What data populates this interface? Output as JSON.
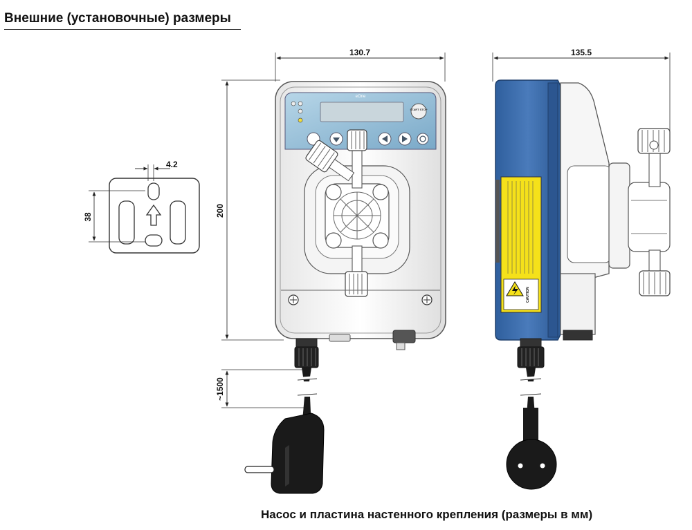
{
  "heading": "Внешние (установочные) размеры",
  "caption": "Насос и пластина настенного крепления (размеры в мм)",
  "dimensions": {
    "front_width": "130.7",
    "side_width": "135.5",
    "height": "200",
    "slot_width": "4.2",
    "slot_spacing": "38",
    "cable_length": "~1500"
  },
  "device": {
    "brand": "eOne",
    "start_stop_label": "START STOP",
    "caution_label": "CAUTION"
  },
  "colors": {
    "housing_blue": "#3a6aa8",
    "panel_blue": "#9cc4dc",
    "warning_yellow": "#f5e11a",
    "cable_black": "#1a1a1a"
  }
}
